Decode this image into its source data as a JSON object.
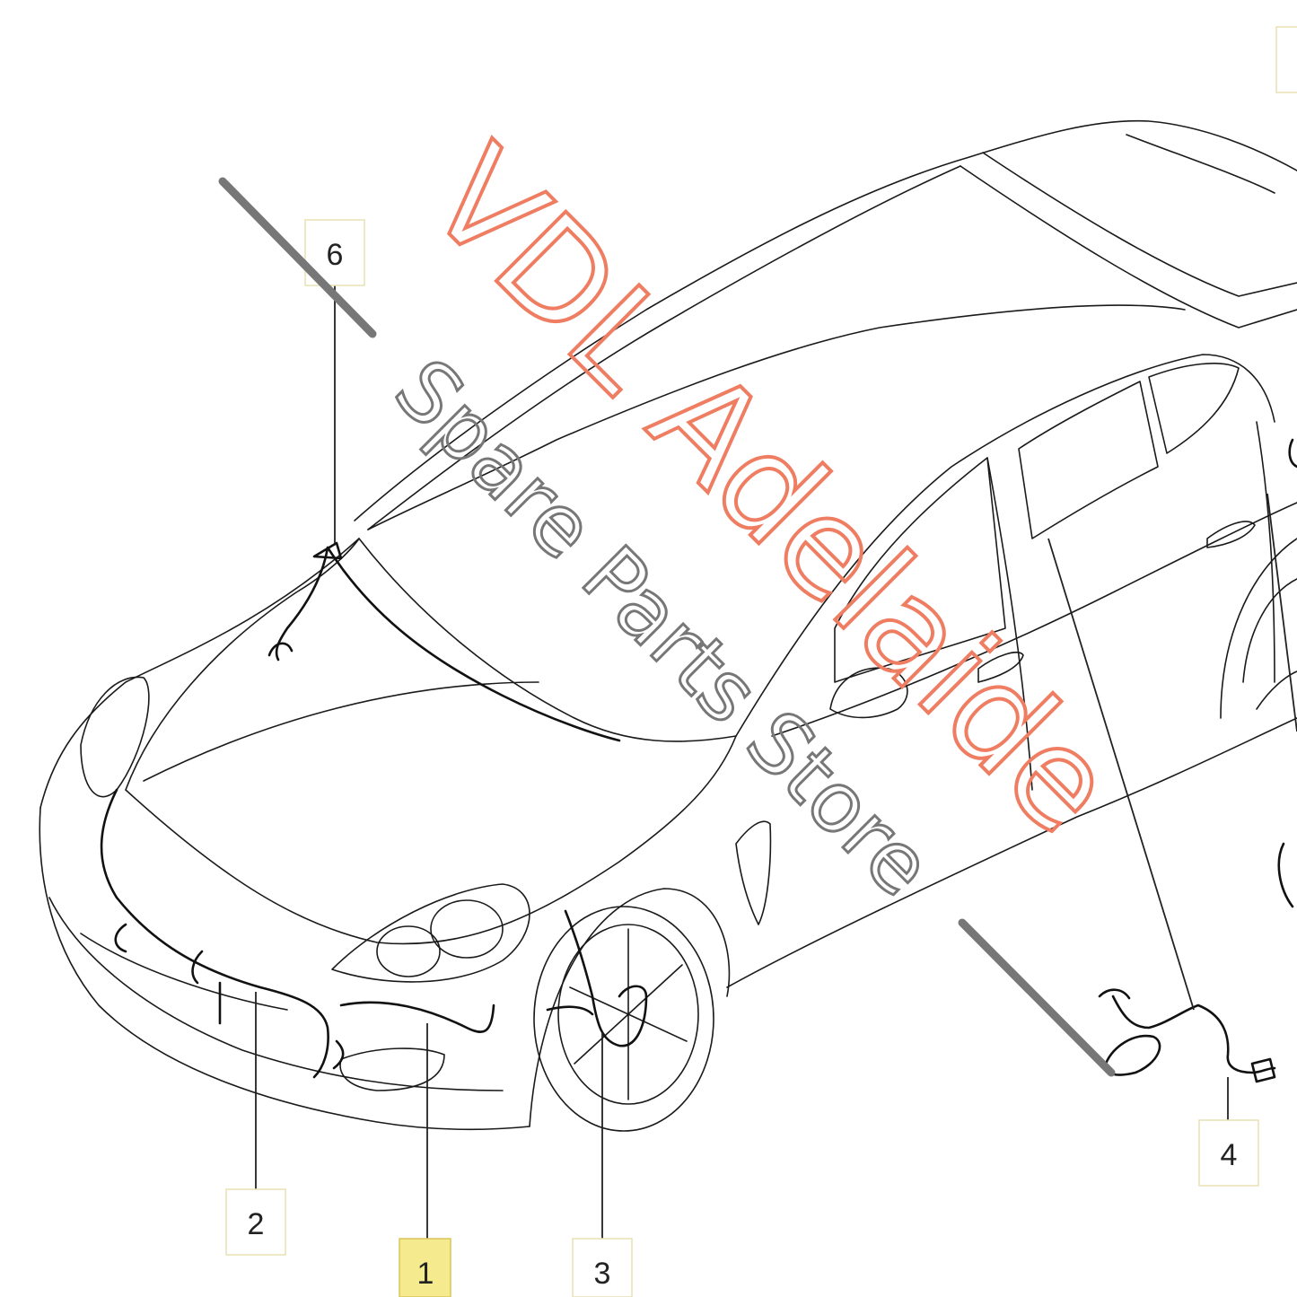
{
  "callouts": [
    {
      "id": "1",
      "label": "1",
      "highlighted": true
    },
    {
      "id": "2",
      "label": "2",
      "highlighted": false
    },
    {
      "id": "3",
      "label": "3",
      "highlighted": false
    },
    {
      "id": "4",
      "label": "4",
      "highlighted": false
    },
    {
      "id": "6",
      "label": "6",
      "highlighted": false
    }
  ],
  "watermark": {
    "main": "VDL Adelaide",
    "sub": "Spare Parts Store",
    "main_color": "#ef7d62",
    "sub_color": "#777777"
  },
  "colors": {
    "highlight": "#f6ea8e",
    "box_border": "#e8e1b4",
    "line": "#1a1a1a"
  }
}
